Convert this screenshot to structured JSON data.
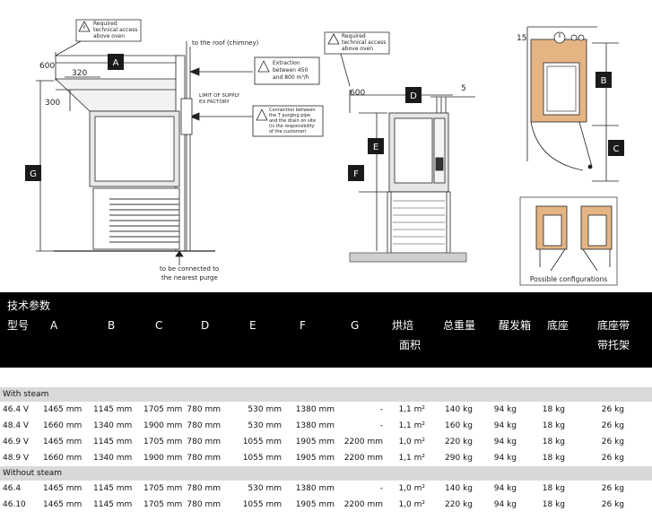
{
  "drawing_left": {
    "note_required": [
      "Required",
      "technical access",
      "above oven"
    ],
    "note_roof": "to the roof (chimney)",
    "note_extraction": [
      "Extraction",
      "between 450",
      "and 800 m³/h"
    ],
    "note_limit": [
      "LIMIT OF SUPPLY",
      "EX FACTORY"
    ],
    "note_connection": [
      "Connection between",
      "the T purging pipe",
      "and the drain on site",
      "(is the responsibility",
      "of the customer)"
    ],
    "note_purge": [
      "to be connected to",
      "the nearest purge"
    ],
    "dim_600": "600",
    "dim_320": "320",
    "dim_300": "300",
    "label_a": "A",
    "label_g": "G"
  },
  "drawing_mid": {
    "note_required": [
      "Required",
      "technical access",
      "above oven"
    ],
    "dim_600": "600",
    "dim_5": "5",
    "label_d": "D",
    "label_e": "E",
    "label_f": "F"
  },
  "drawing_right": {
    "dim_15": "15",
    "label_b": "B",
    "label_c": "C",
    "caption": "Possible configurations"
  },
  "table": {
    "title": "技术参数",
    "headers": {
      "model": "型号",
      "a": "A",
      "b": "B",
      "c": "C",
      "d": "D",
      "e": "E",
      "f": "F",
      "g": "G",
      "area_line1": "烘焙",
      "area_line2": "面积",
      "weight": "总重量",
      "proofer": "醒发箱",
      "base": "底座",
      "tray_line1": "底座带",
      "tray_line2": "带托架"
    },
    "sections": [
      {
        "title": "With steam",
        "rows": [
          {
            "model": "46.4 V",
            "a": "1465 mm",
            "b": "1145 mm",
            "c": "1705 mm",
            "d": "780 mm",
            "e": "530 mm",
            "f": "1380 mm",
            "g": "-",
            "area": "1,1 m²",
            "weight": "140 kg",
            "proofer": "94 kg",
            "base": "18 kg",
            "tray": "26 kg"
          },
          {
            "model": "48.4 V",
            "a": "1660 mm",
            "b": "1340 mm",
            "c": "1900 mm",
            "d": "780 mm",
            "e": "530 mm",
            "f": "1380 mm",
            "g": "-",
            "area": "1,1 m²",
            "weight": "160 kg",
            "proofer": "94 kg",
            "base": "18 kg",
            "tray": "26 kg"
          },
          {
            "model": "46.9 V",
            "a": "1465 mm",
            "b": "1145 mm",
            "c": "1705 mm",
            "d": "780 mm",
            "e": "1055 mm",
            "f": "1905 mm",
            "g": "2200 mm",
            "area": "1,0 m²",
            "weight": "220 kg",
            "proofer": "94 kg",
            "base": "18 kg",
            "tray": "26 kg"
          },
          {
            "model": "48.9 V",
            "a": "1660 mm",
            "b": "1340 mm",
            "c": "1900 mm",
            "d": "780 mm",
            "e": "1055 mm",
            "f": "1905 mm",
            "g": "2200 mm",
            "area": "1,1 m²",
            "weight": "290 kg",
            "proofer": "94 kg",
            "base": "18 kg",
            "tray": "26 kg"
          }
        ]
      },
      {
        "title": "Without steam",
        "rows": [
          {
            "model": "46.4",
            "a": "1465 mm",
            "b": "1145 mm",
            "c": "1705 mm",
            "d": "780 mm",
            "e": "530 mm",
            "f": "1380 mm",
            "g": "-",
            "area": "1,0 m²",
            "weight": "140 kg",
            "proofer": "94 kg",
            "base": "18 kg",
            "tray": "26 kg"
          },
          {
            "model": "46.10",
            "a": "1465 mm",
            "b": "1145 mm",
            "c": "1705 mm",
            "d": "780 mm",
            "e": "1055 mm",
            "f": "1905 mm",
            "g": "2200 mm",
            "area": "1,0 m²",
            "weight": "220 kg",
            "proofer": "94 kg",
            "base": "18 kg",
            "tray": "26 kg"
          }
        ]
      }
    ]
  }
}
